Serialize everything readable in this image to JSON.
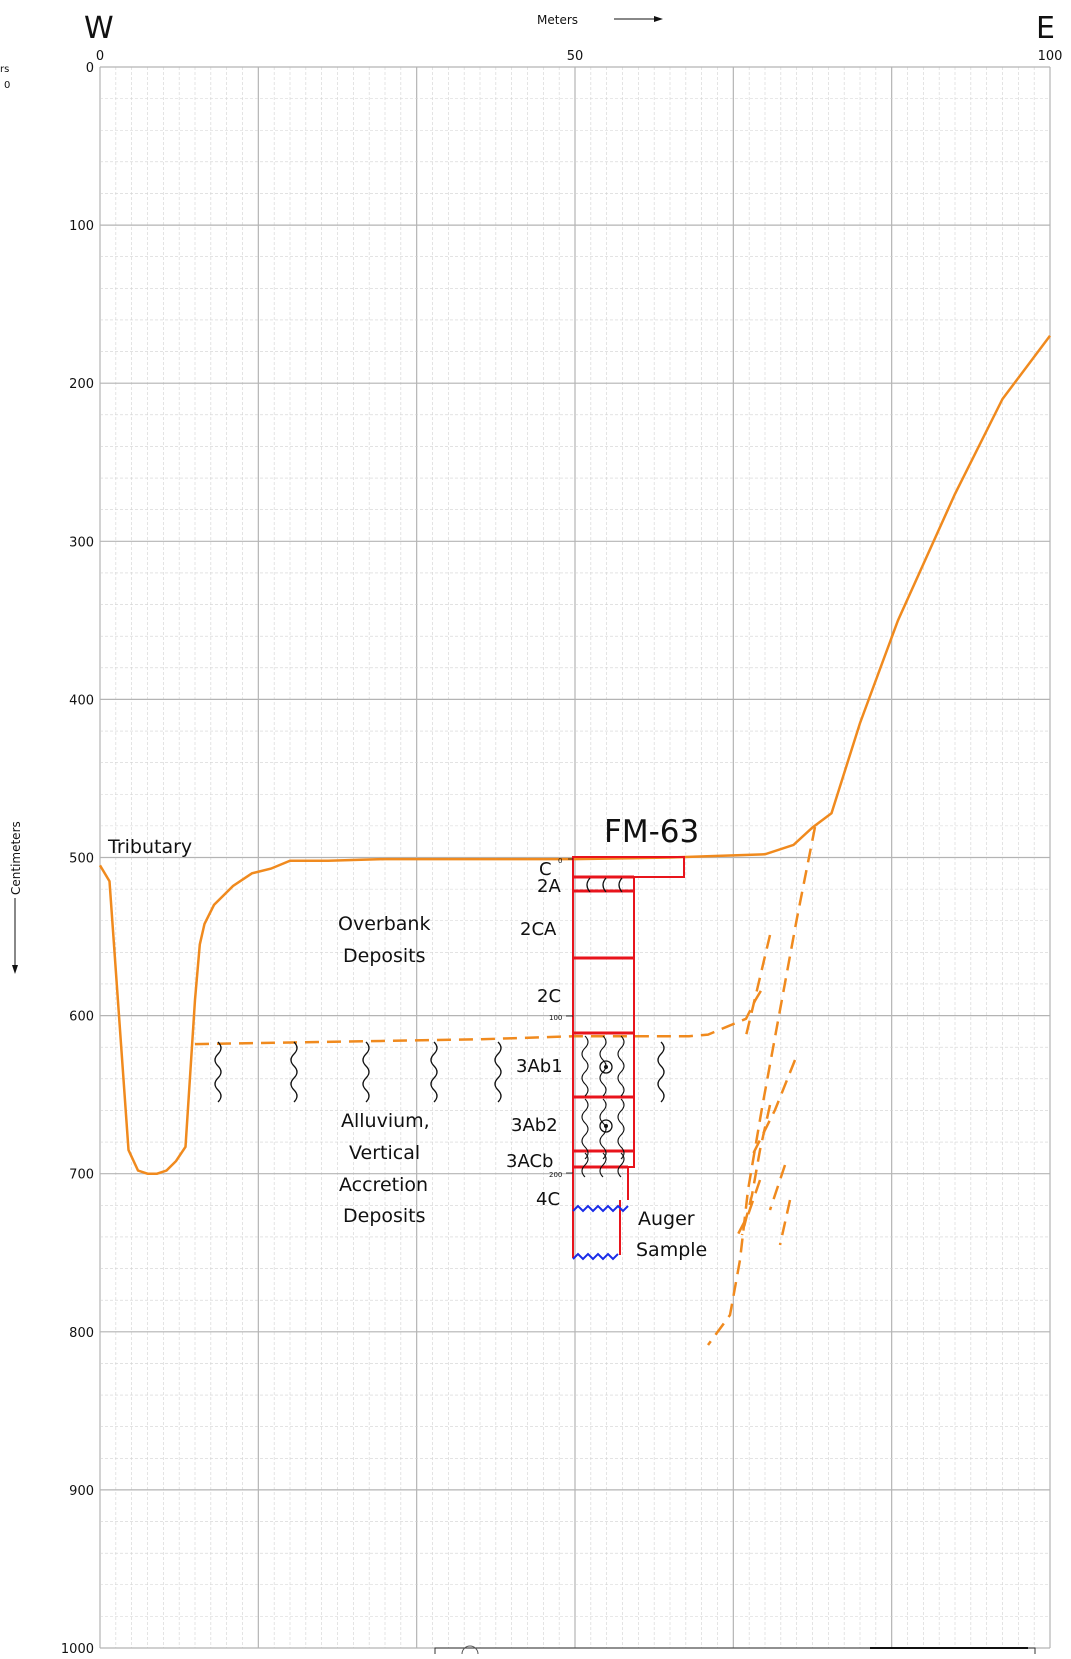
{
  "header": {
    "west_label": "W",
    "east_label": "E",
    "x_axis_title": "Meters",
    "y_axis_title": "Centimeters",
    "left_margin_fragment_1": "rs",
    "left_margin_fragment_2": "0"
  },
  "x_axis": {
    "min": 0,
    "max": 100,
    "labels": [
      "0",
      "50",
      "100"
    ]
  },
  "y_axis": {
    "min": 0,
    "max": 1000,
    "labels": [
      "0",
      "100",
      "200",
      "300",
      "400",
      "500",
      "600",
      "700",
      "800",
      "900",
      "1000"
    ]
  },
  "profile": {
    "name": "FM-63",
    "top_scale_label": "0",
    "mid_scale_label": "100",
    "lower_scale_label": "200",
    "horizons": [
      "C",
      "2A",
      "2CA",
      "2C",
      "3Ab1",
      "3Ab2",
      "3ACb",
      "4C"
    ],
    "auger_label_1": "Auger",
    "auger_label_2": "Sample"
  },
  "labels": {
    "tributary": "Tributary",
    "overbank_1": "Overbank",
    "overbank_2": "Deposits",
    "alluvium_1": "Alluvium,",
    "alluvium_2": "Vertical",
    "alluvium_3": "Accretion",
    "alluvium_4": "Deposits"
  },
  "colors": {
    "surface": "#F08A1E",
    "profile": "#E8141C",
    "auger": "#1A2CE8",
    "grid_major": "#B4B4B4",
    "grid_minor": "#D2D2D2",
    "text": "#111111"
  },
  "chart_data": {
    "type": "line",
    "x_unit": "Meters",
    "y_unit": "Centimeters",
    "series": [
      {
        "style": "solid",
        "x": [
          0,
          1,
          2,
          3,
          4,
          5,
          6,
          7,
          8,
          9,
          10,
          10.5,
          11,
          12,
          14,
          16,
          18,
          20,
          24,
          30,
          40,
          50,
          60,
          70,
          73,
          75,
          77,
          80,
          84,
          90,
          95,
          100
        ],
        "y": [
          505,
          515,
          600,
          685,
          698,
          700,
          700,
          698,
          692,
          683,
          590,
          555,
          542,
          530,
          518,
          510,
          507,
          502,
          502,
          501,
          501,
          501,
          500,
          498,
          492,
          481,
          472,
          415,
          350,
          270,
          210,
          170
        ]
      },
      {
        "style": "dashed",
        "x": [
          10,
          20,
          30,
          40,
          50,
          55,
          60,
          62,
          64,
          66,
          68,
          69,
          70
        ],
        "y": [
          618,
          617,
          616,
          615,
          613,
          613,
          613,
          613,
          612,
          607,
          602,
          590,
          580
        ]
      }
    ],
    "ylim": [
      0,
      1000
    ],
    "xlim": [
      0,
      100
    ]
  }
}
